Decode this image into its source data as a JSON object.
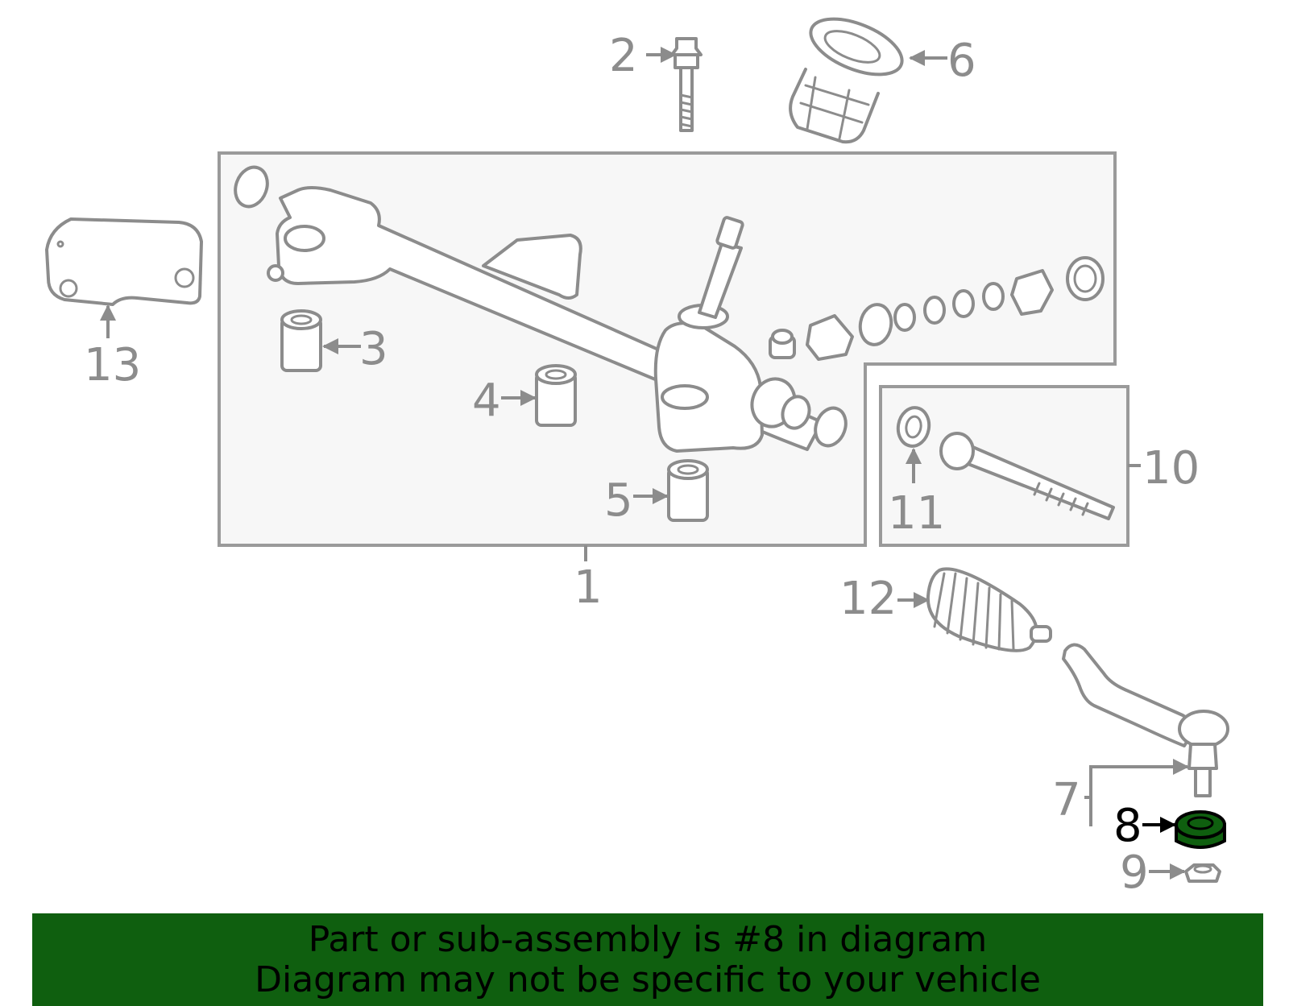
{
  "callouts": {
    "c1": "1",
    "c2": "2",
    "c3": "3",
    "c4": "4",
    "c5": "5",
    "c6": "6",
    "c7": "7",
    "c8": "8",
    "c9": "9",
    "c10": "10",
    "c11": "11",
    "c12": "12",
    "c13": "13"
  },
  "highlighted_part": "8",
  "colors": {
    "line": "#8c8c8c",
    "highlight_fill": "#0f5f0f",
    "banner_bg": "#0f5f0f",
    "banner_text": "#000000"
  },
  "banner": {
    "line1": "Part or sub-assembly is #8 in diagram",
    "line2": "Diagram may not be specific to your vehicle"
  }
}
